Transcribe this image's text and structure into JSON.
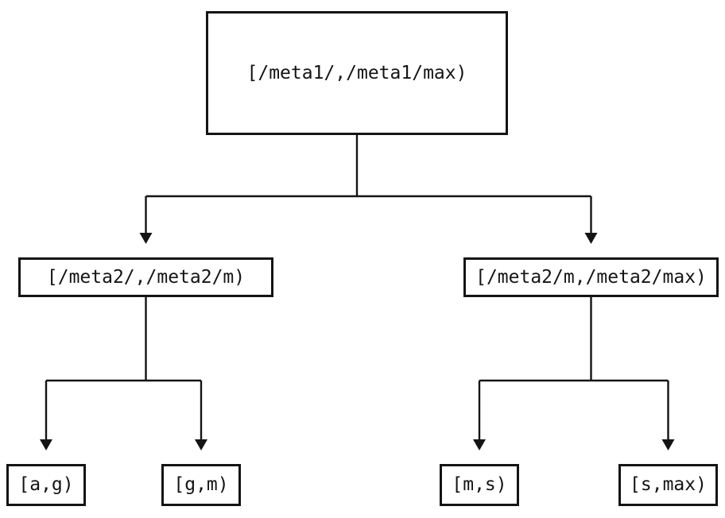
{
  "diagram": {
    "nodes": [
      {
        "id": "root",
        "label": "[/meta1/,/meta1/max)"
      },
      {
        "id": "meta2-left",
        "label": "[/meta2/,/meta2/m)"
      },
      {
        "id": "meta2-right",
        "label": "[/meta2/m,/meta2/max)"
      },
      {
        "id": "leaf-ag",
        "label": "[a,g)"
      },
      {
        "id": "leaf-gm",
        "label": "[g,m)"
      },
      {
        "id": "leaf-ms",
        "label": "[m,s)"
      },
      {
        "id": "leaf-smax",
        "label": "[s,max)"
      }
    ],
    "edges": [
      {
        "from": "root",
        "to": "meta2-left"
      },
      {
        "from": "root",
        "to": "meta2-right"
      },
      {
        "from": "meta2-left",
        "to": "leaf-ag"
      },
      {
        "from": "meta2-left",
        "to": "leaf-gm"
      },
      {
        "from": "meta2-right",
        "to": "leaf-ms"
      },
      {
        "from": "meta2-right",
        "to": "leaf-smax"
      }
    ],
    "colors": {
      "line": "#141414",
      "box_border": "#141414",
      "text": "#141414",
      "background": "#ffffff"
    }
  }
}
